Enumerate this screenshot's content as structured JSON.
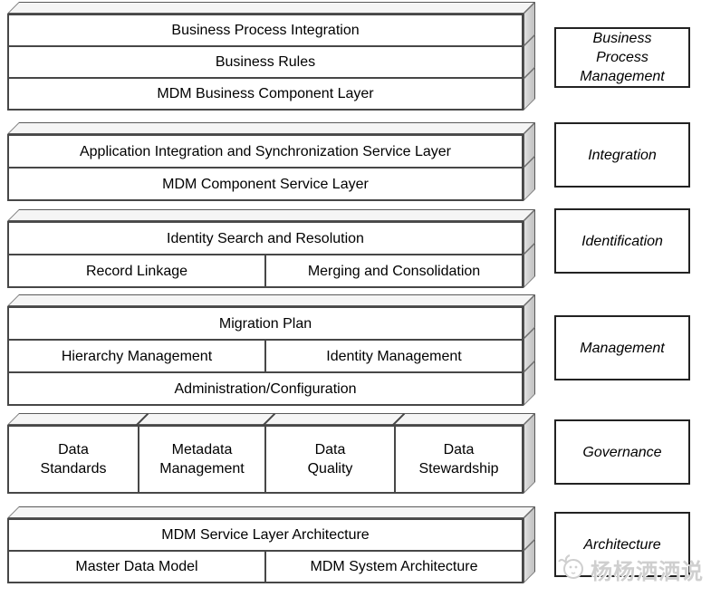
{
  "diagram_title": "MDM reference architecture stack",
  "colors": {
    "line": "#474747",
    "label_border": "#222222",
    "side_face": "#c9c9c9",
    "top_face": "#f5f5f5",
    "front_face": "#ffffff",
    "text": "#000000",
    "watermark": "#cfcfcf"
  },
  "groups": [
    {
      "label": "Business\nProcess\nManagement",
      "rows": [
        {
          "cells": [
            "Business Process Integration"
          ]
        },
        {
          "cells": [
            "Business Rules"
          ]
        },
        {
          "cells": [
            "MDM Business Component Layer"
          ]
        }
      ]
    },
    {
      "label": "Integration",
      "rows": [
        {
          "cells": [
            "Application Integration and Synchronization Service Layer"
          ]
        },
        {
          "cells": [
            "MDM Component Service Layer"
          ]
        }
      ]
    },
    {
      "label": "Identification",
      "rows": [
        {
          "cells": [
            "Identity Search and Resolution"
          ]
        },
        {
          "cells": [
            "Record Linkage",
            "Merging and Consolidation"
          ]
        }
      ]
    },
    {
      "label": "Management",
      "rows": [
        {
          "cells": [
            "Migration Plan"
          ]
        },
        {
          "cells": [
            "Hierarchy Management",
            "Identity Management"
          ]
        },
        {
          "cells": [
            "Administration/Configuration"
          ]
        }
      ]
    },
    {
      "label": "Governance",
      "rows": [
        {
          "cells": [
            "Data\nStandards",
            "Metadata\nManagement",
            "Data\nQuality",
            "Data\nStewardship"
          ]
        }
      ]
    },
    {
      "label": "Architecture",
      "rows": [
        {
          "cells": [
            "MDM Service Layer Architecture"
          ]
        },
        {
          "cells": [
            "Master Data Model",
            "MDM System Architecture"
          ]
        }
      ]
    }
  ],
  "watermark": {
    "text": "杨杨洒洒说",
    "logo": "chick-logo"
  }
}
